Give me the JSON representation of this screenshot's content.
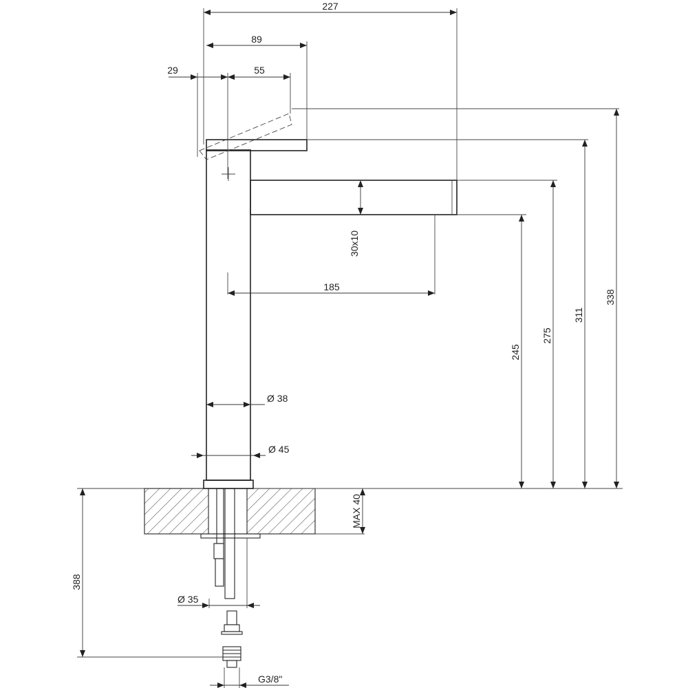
{
  "dimensions": {
    "total_width": "227",
    "lever_reach": "89",
    "offset_left": "29",
    "lever_tip": "55",
    "spout_section": "30x10",
    "spout_length": "185",
    "spout_outlet_height": "245",
    "spout_top_height": "275",
    "body_top_height": "311",
    "lever_raised_height": "338",
    "body_diameter": "Ø 38",
    "base_diameter": "Ø 45",
    "max_deck_thickness": "MAX 40",
    "hose_length": "388",
    "shank_diameter": "Ø 35",
    "connection_thread": "G3/8\""
  }
}
